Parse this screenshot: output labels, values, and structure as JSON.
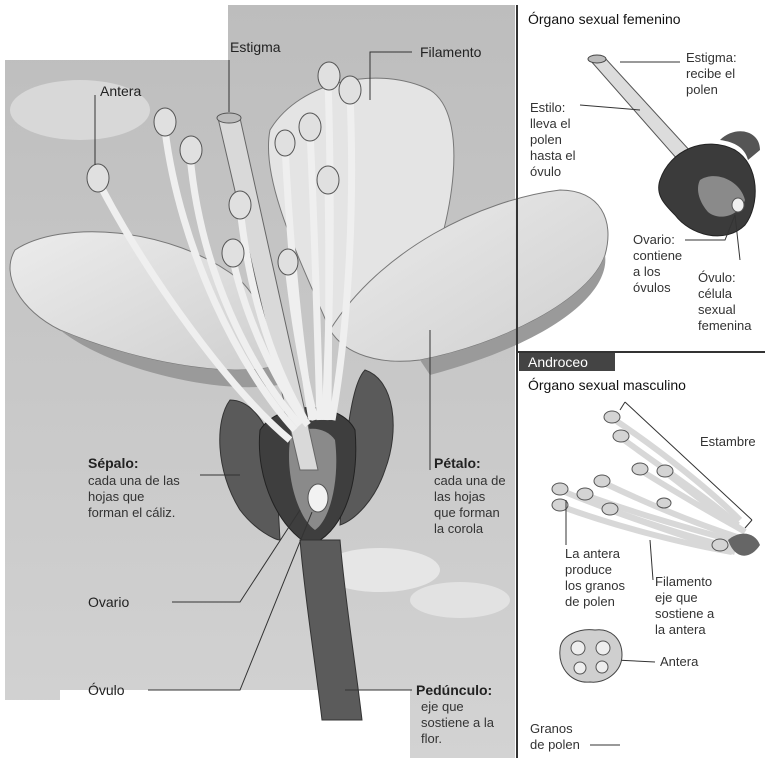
{
  "main": {
    "labels": {
      "estigma": "Estigma",
      "filamento": "Filamento",
      "antera": "Antera",
      "sepalo_title": "Sépalo:",
      "sepalo_desc": [
        "cada una de las",
        "hojas que",
        "forman el cáliz."
      ],
      "petalo_title": "Pétalo:",
      "petalo_desc": [
        "cada una de",
        "las hojas",
        "que forman",
        "la corola"
      ],
      "ovario": "Ovario",
      "ovulo": "Óvulo",
      "pedunculo_title": "Pedúnculo:",
      "pedunculo_desc": [
        "eje que",
        "sostiene a la",
        "flor."
      ]
    }
  },
  "female_panel": {
    "title": "Órgano sexual femenino",
    "estigma_desc": [
      "Estigma:",
      "recibe el",
      "polen"
    ],
    "estilo_desc": [
      "Estilo:",
      "lleva el",
      "polen",
      "hasta el",
      "óvulo"
    ],
    "ovario_desc": [
      "Ovario:",
      "contiene",
      "a los",
      "óvulos"
    ],
    "ovulo_desc": [
      "Óvulo:",
      "célula",
      "sexual",
      "femenina"
    ]
  },
  "male_panel": {
    "badge": "Androceo",
    "title": "Órgano sexual masculino",
    "estambre": "Estambre",
    "antera_desc": [
      "La antera",
      "produce",
      "los granos",
      "de polen"
    ],
    "filamento_desc": [
      "Filamento",
      "eje que",
      "sostiene a",
      "la antera"
    ],
    "antera": "Antera",
    "granos": [
      "Granos",
      "de polen"
    ]
  }
}
